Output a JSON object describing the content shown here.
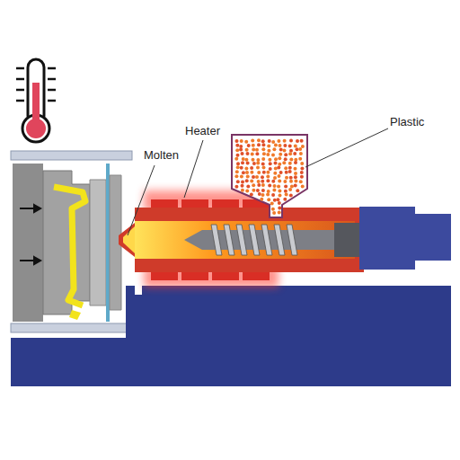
{
  "diagram": {
    "labels": [
      "Molten",
      "Heater",
      "Plastic"
    ]
  }
}
